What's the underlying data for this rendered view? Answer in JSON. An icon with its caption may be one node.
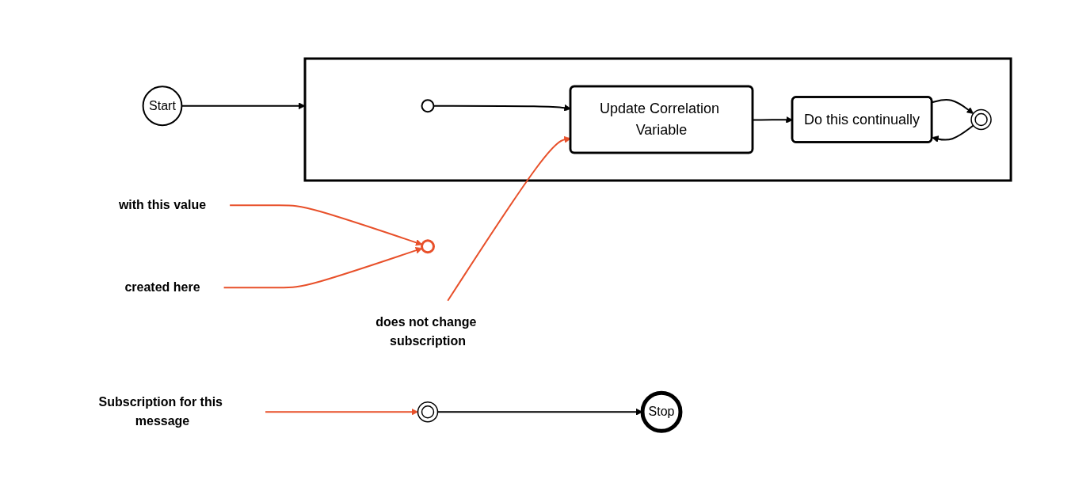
{
  "diagram": {
    "nodes": [
      {
        "text": [
          "Start"
        ]
      },
      {
        "text": [],
        "shape": "box"
      },
      {
        "text": [],
        "shape": "circle",
        "in": 1
      },
      {
        "text": [
          "Update Correlation Variable"
        ],
        "in": 1
      },
      {
        "text": [
          "Do this continually"
        ],
        "in": 1
      },
      {
        "text": [],
        "shape": "circle",
        "in": 1
      },
      {
        "text": [],
        "shape": "circle"
      },
      {
        "text": [],
        "shape": "circle"
      },
      {
        "text": [
          "Stop"
        ]
      },
      {
        "text": [
          "with this value"
        ]
      },
      {
        "text": [
          "created here"
        ]
      },
      {
        "text": [
          "does not change subscription"
        ]
      },
      {
        "text": [
          "Subscription for this message"
        ]
      }
    ],
    "edges": [
      {
        "from": 0,
        "to": 1,
        "arrow": "to"
      },
      {
        "from": 2,
        "to": 3,
        "arrow": "to"
      },
      {
        "from": 3,
        "to": 4,
        "arrow": "to"
      },
      {
        "from": 4,
        "to": 5,
        "arrow": "to"
      },
      {
        "from": 5,
        "to": 4,
        "arrow": "to"
      },
      {
        "from": 7,
        "to": 8,
        "arrow": "to"
      },
      {
        "from": 9,
        "to": 6,
        "arrow": "to",
        "color": "#e8502a"
      },
      {
        "from": 10,
        "to": 6,
        "arrow": "to",
        "color": "#e8502a"
      },
      {
        "from": 11,
        "to": 3,
        "arrow": "to",
        "color": "#e8502a"
      },
      {
        "from": 12,
        "to": 7,
        "arrow": "to",
        "color": "#e8502a"
      }
    ]
  }
}
